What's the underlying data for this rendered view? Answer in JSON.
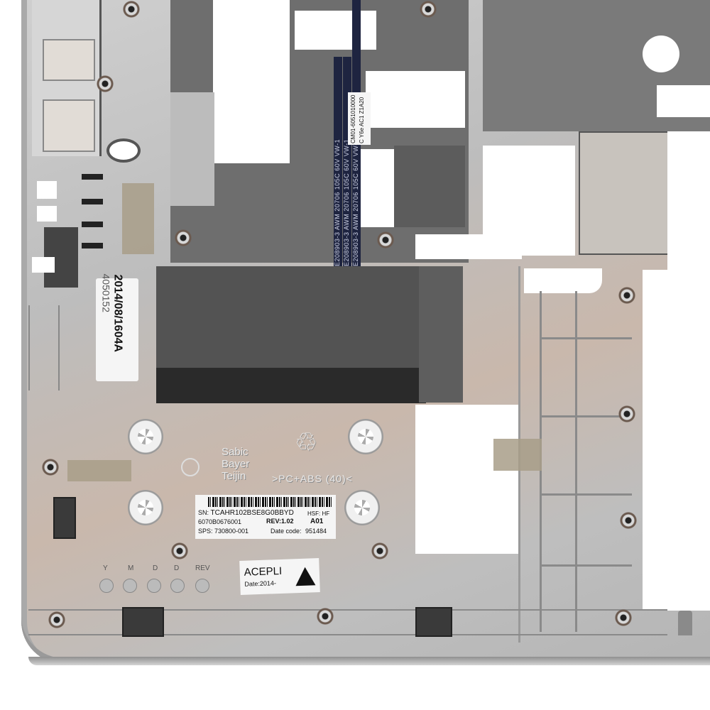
{
  "image": {
    "subject": "Laptop bottom base case (silver plastic) interior view",
    "background_color": "#ffffff",
    "case_color": "#c4c4c4",
    "shield_color": "#6e6e6e"
  },
  "date_sticker": {
    "line1": "2014/08/1604A",
    "line2": "4050152"
  },
  "flex_cable": {
    "label_line1": "CM01-6051010000",
    "label_line2": "C Y6e AC1 Z1A20",
    "print_1": "E208903-3 AWM 20706 105C 60V VW-1",
    "print_2": "E208903-3 AWM 20706 105C 60V VW-1",
    "print_3": "E208903-3 AWM 20706 105C 60V VW-1"
  },
  "molded_text": {
    "suppliers": [
      "Sabic",
      "Bayer",
      "Teijin"
    ],
    "material": ">PC+ABS (40)<",
    "date_wheel_labels": [
      "Y",
      "M",
      "D",
      "D",
      "REV"
    ]
  },
  "serial_label": {
    "sn_prefix": "SN:",
    "sn": "TCAHR102BSE8G0BBYD",
    "hsf": "HSF: HF",
    "part_number": "6070B0676001",
    "rev": "REV:1.02",
    "variant": "A01",
    "sps": "SPS: 730800-001",
    "date_code_label": "Date code:",
    "date_code": "951484"
  },
  "vendor_sticker": {
    "name": "ACEPLI",
    "date": "Date:2014-"
  }
}
